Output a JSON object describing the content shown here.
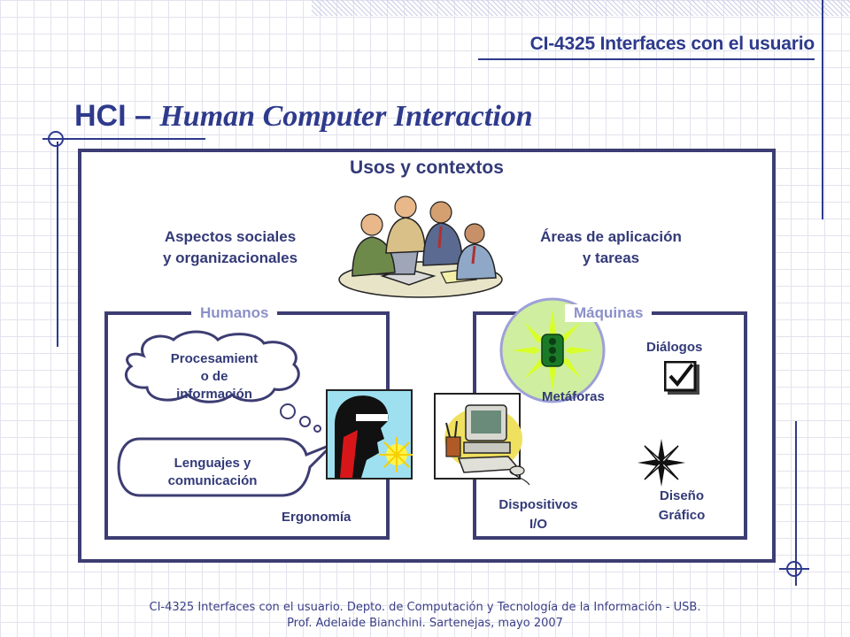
{
  "header": {
    "course": "CI-4325 Interfaces con el usuario",
    "title_prefix": "HCI – ",
    "title_full": "Human Computer Interaction"
  },
  "diagram": {
    "outer_title": "Usos y contextos",
    "social_line1": "Aspectos sociales",
    "social_line2": "y organizacionales",
    "areas_line1": "Áreas de aplicación",
    "areas_line2": "y tareas",
    "humans": {
      "title": "Humanos",
      "cloud1_line1": "Procesamient",
      "cloud1_line2": "o de",
      "cloud1_line3": "información",
      "cloud2_line1": "Lenguajes y",
      "cloud2_line2": "comunicación",
      "ergonomics": "Ergonomía"
    },
    "machines": {
      "title": "Máquinas",
      "dialogs": "Diálogos",
      "metaphors": "Metáforas",
      "devices_line1": "Dispositivos",
      "devices_line2": "I/O",
      "graphic_line1": "Diseño",
      "graphic_line2": "Gráfico"
    }
  },
  "footer": {
    "line1": "CI-4325 Interfaces con el usuario. Depto. de Computación y Tecnología de la Información - USB.",
    "line2": "Prof. Adelaide Bianchini. Sartenejas, mayo 2007"
  },
  "colors": {
    "accent": "#2e3a8c",
    "box_border": "#3d3d73",
    "grey_label": "#8c90c8",
    "green_circle": "#cfeea0"
  }
}
